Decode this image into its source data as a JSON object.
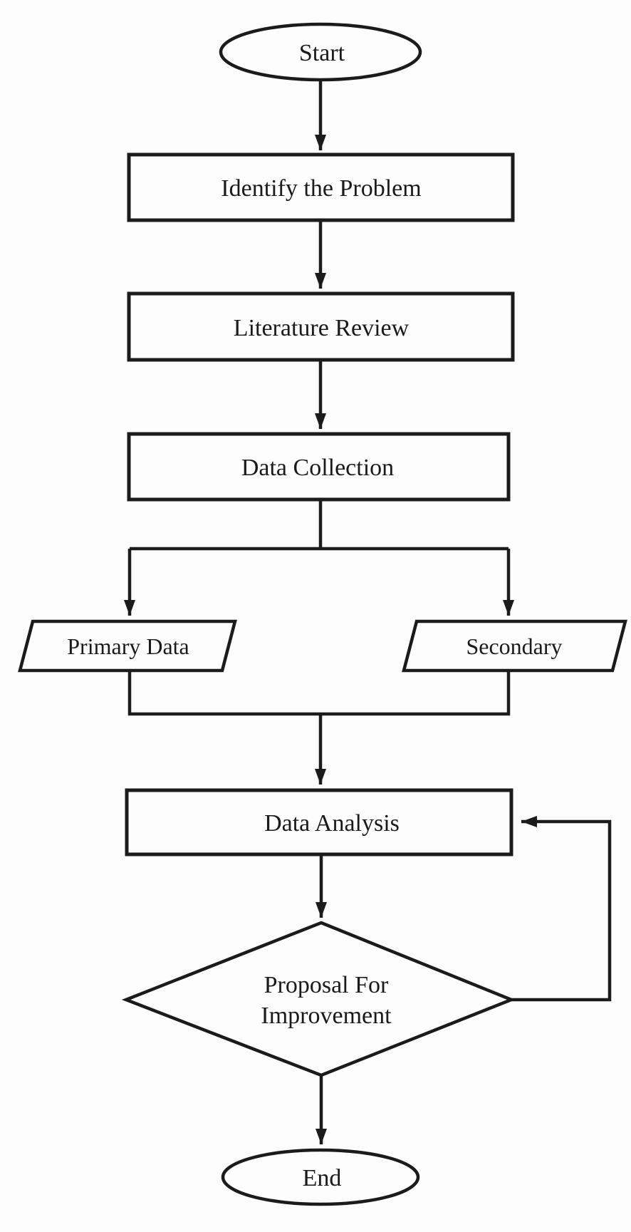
{
  "colors": {
    "ink": "#1b1b1b",
    "text": "#1a1a1a",
    "background": "#fcfcfc",
    "node_fill": "#fdfdfd"
  },
  "nodes": {
    "start": {
      "label": "Start",
      "shape": "terminator"
    },
    "identify": {
      "label": "Identify the Problem",
      "shape": "process"
    },
    "literature": {
      "label": "Literature Review",
      "shape": "process"
    },
    "collection": {
      "label": "Data Collection",
      "shape": "process"
    },
    "primary": {
      "label": "Primary Data",
      "shape": "data-parallelogram"
    },
    "secondary": {
      "label": "Secondary",
      "shape": "data-parallelogram"
    },
    "analysis": {
      "label": "Data Analysis",
      "shape": "process"
    },
    "decision": {
      "label_line1": "Proposal For",
      "label_line2": "Improvement",
      "shape": "decision"
    },
    "end": {
      "label": "End",
      "shape": "terminator"
    }
  },
  "edges": [
    {
      "from": "Start",
      "to": "Identify the Problem"
    },
    {
      "from": "Identify the Problem",
      "to": "Literature Review"
    },
    {
      "from": "Literature Review",
      "to": "Data Collection"
    },
    {
      "from": "Data Collection",
      "to": "Primary Data"
    },
    {
      "from": "Data Collection",
      "to": "Secondary"
    },
    {
      "from": "Primary Data",
      "to": "Data Analysis"
    },
    {
      "from": "Secondary",
      "to": "Data Analysis"
    },
    {
      "from": "Data Analysis",
      "to": "Proposal For Improvement"
    },
    {
      "from": "Proposal For Improvement",
      "to": "Data Analysis",
      "kind": "feedback-loop"
    },
    {
      "from": "Proposal For Improvement",
      "to": "End"
    }
  ]
}
